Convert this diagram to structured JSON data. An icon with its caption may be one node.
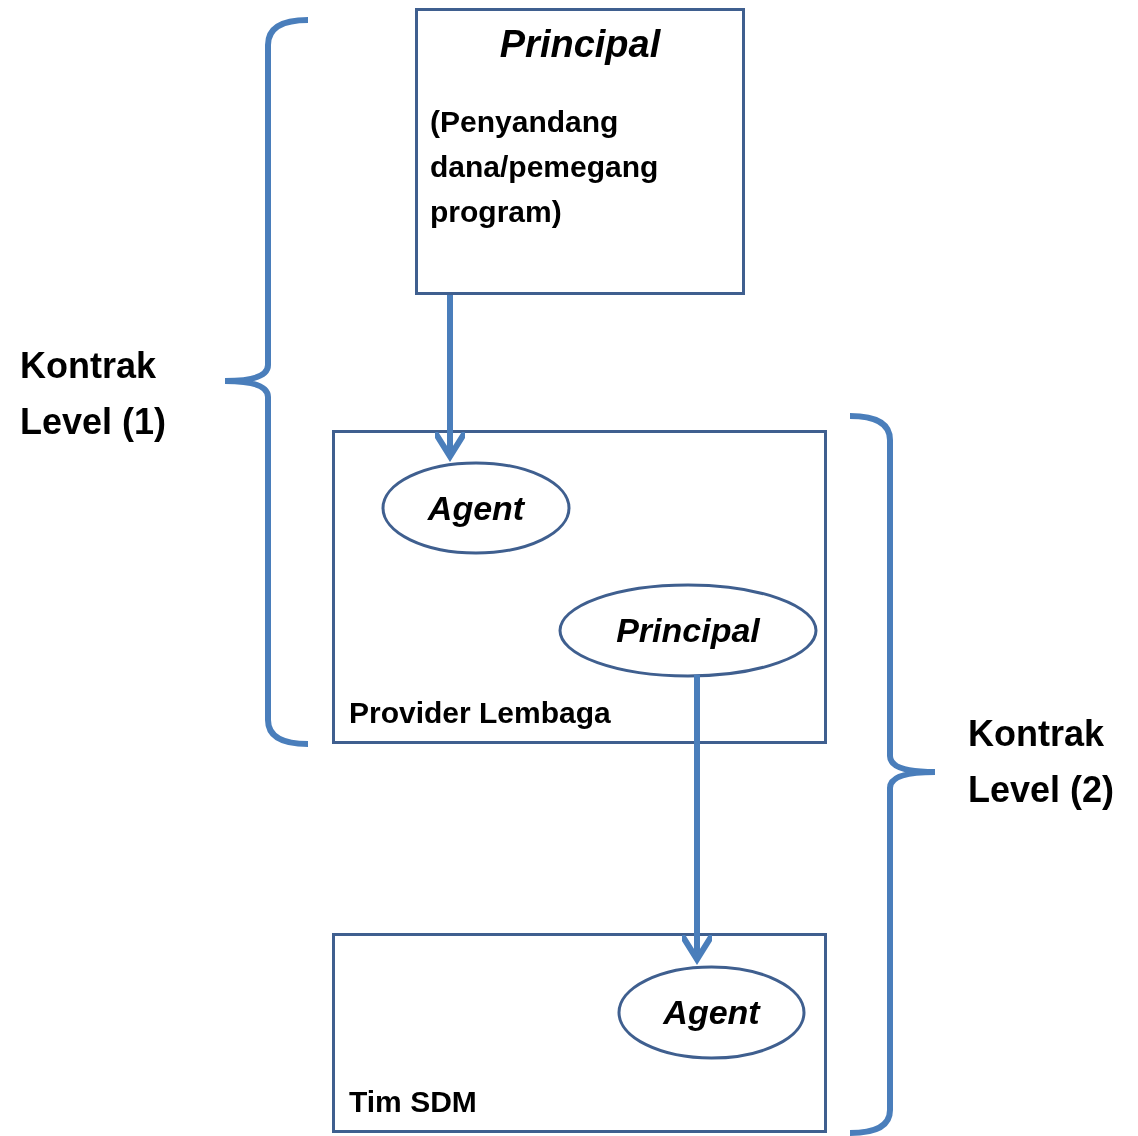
{
  "diagram": {
    "nodes": [
      {
        "text": [
          "Principal",
          "(Penyandang dana/pemegang program)"
        ]
      },
      {
        "text": [
          "Provider Lembaga"
        ]
      },
      {
        "text": [
          "Agent"
        ],
        "in": 1
      },
      {
        "text": [
          "Principal"
        ],
        "in": 1
      },
      {
        "text": [
          "Tim SDM"
        ]
      },
      {
        "text": [
          "Agent"
        ],
        "in": 4
      }
    ],
    "edges": [
      {
        "from": 0,
        "to": 2,
        "arrow": "to"
      },
      {
        "from": 3,
        "to": 5,
        "arrow": "to"
      }
    ],
    "labels": [
      "Kontrak Level (1)",
      "Kontrak Level (2)"
    ]
  }
}
